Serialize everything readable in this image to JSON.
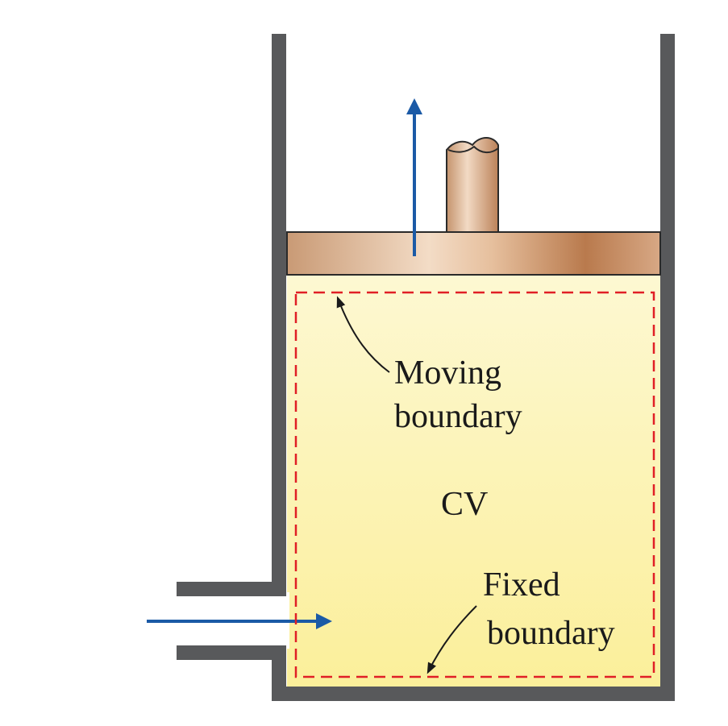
{
  "labels": {
    "moving_boundary_line1": "Moving",
    "moving_boundary_line2": "boundary",
    "control_volume": "CV",
    "fixed_boundary_line1": "Fixed",
    "fixed_boundary_line2": "boundary"
  },
  "colors": {
    "cylinder_wall": "#58595b",
    "fluid_top": "#fdf7cc",
    "fluid_bottom": "#fbef99",
    "control_volume_boundary": "#e01f26",
    "flow_arrow": "#1b5aa6",
    "piston_light": "#f1d6bf",
    "piston_dark": "#bb7d52",
    "leader_line": "#1a1a1a"
  },
  "icons": {
    "piston_motion": "up-arrow-icon",
    "inlet_flow": "right-arrow-icon"
  }
}
